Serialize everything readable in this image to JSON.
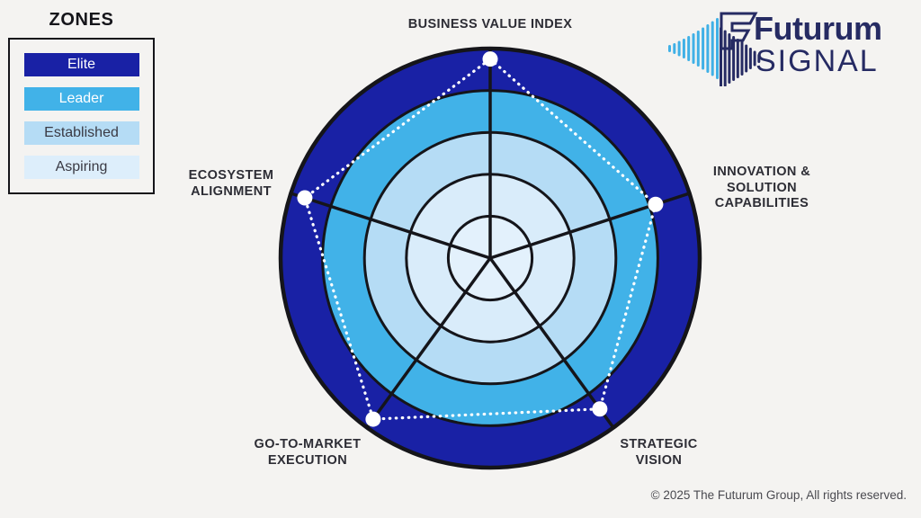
{
  "legend": {
    "title": "ZONES",
    "zones": [
      {
        "label": "Elite",
        "color": "#1921a5",
        "text_color": "#ffffff"
      },
      {
        "label": "Leader",
        "color": "#41b2e8",
        "text_color": "#ffffff"
      },
      {
        "label": "Established",
        "color": "#b5dcf5",
        "text_color": "#3a3a44"
      },
      {
        "label": "Aspiring",
        "color": "#ddeefb",
        "text_color": "#3a3a44"
      }
    ]
  },
  "logo": {
    "brand_line1": "Futurum",
    "brand_line2": "SIGNAL",
    "icon": "futurum-soundwave-f-icon",
    "navy": "#262b63",
    "light_blue": "#3fb0e6"
  },
  "footer": {
    "copyright": "© 2025 The Futurum Group, All rights reserved."
  },
  "chart_data": {
    "type": "radar",
    "title": "Futurum Signal vendor radar",
    "outer_radius_px": 233,
    "grid_color": "#15151a",
    "legend_position": "top-left",
    "rings": [
      {
        "zone": "Elite",
        "fraction": 1.0,
        "fill": "#1921a5"
      },
      {
        "zone": "Leader",
        "fraction": 0.8,
        "fill": "#41b2e8"
      },
      {
        "zone": "Established",
        "fraction": 0.6,
        "fill": "#b5dcf5"
      },
      {
        "zone": "Aspiring",
        "fraction": 0.4,
        "fill": "#d9ecfa"
      },
      {
        "zone": "Aspiring-inner-gridline",
        "fraction": 0.2,
        "fill": "#e3f1fc"
      }
    ],
    "axes": [
      {
        "label": "BUSINESS VALUE INDEX",
        "angle_deg": -90,
        "value_fraction": 0.95,
        "score_of_5": 4.8
      },
      {
        "label": "INNOVATION &\nSOLUTION\nCAPABILITIES",
        "angle_deg": -18,
        "value_fraction": 0.83,
        "score_of_5": 4.1
      },
      {
        "label": "STRATEGIC\nVISION",
        "angle_deg": 54,
        "value_fraction": 0.89,
        "score_of_5": 4.4
      },
      {
        "label": "GO-TO-MARKET\nEXECUTION",
        "angle_deg": 126,
        "value_fraction": 0.95,
        "score_of_5": 4.8
      },
      {
        "label": "ECOSYSTEM\nALIGNMENT",
        "angle_deg": 198,
        "value_fraction": 0.93,
        "score_of_5": 4.7
      }
    ],
    "series": [
      {
        "name": "vendor-signal-outline",
        "color": "#ffffff",
        "line_style": "dotted",
        "marker": "circle",
        "values_fraction": [
          0.95,
          0.83,
          0.89,
          0.95,
          0.93
        ]
      }
    ]
  }
}
